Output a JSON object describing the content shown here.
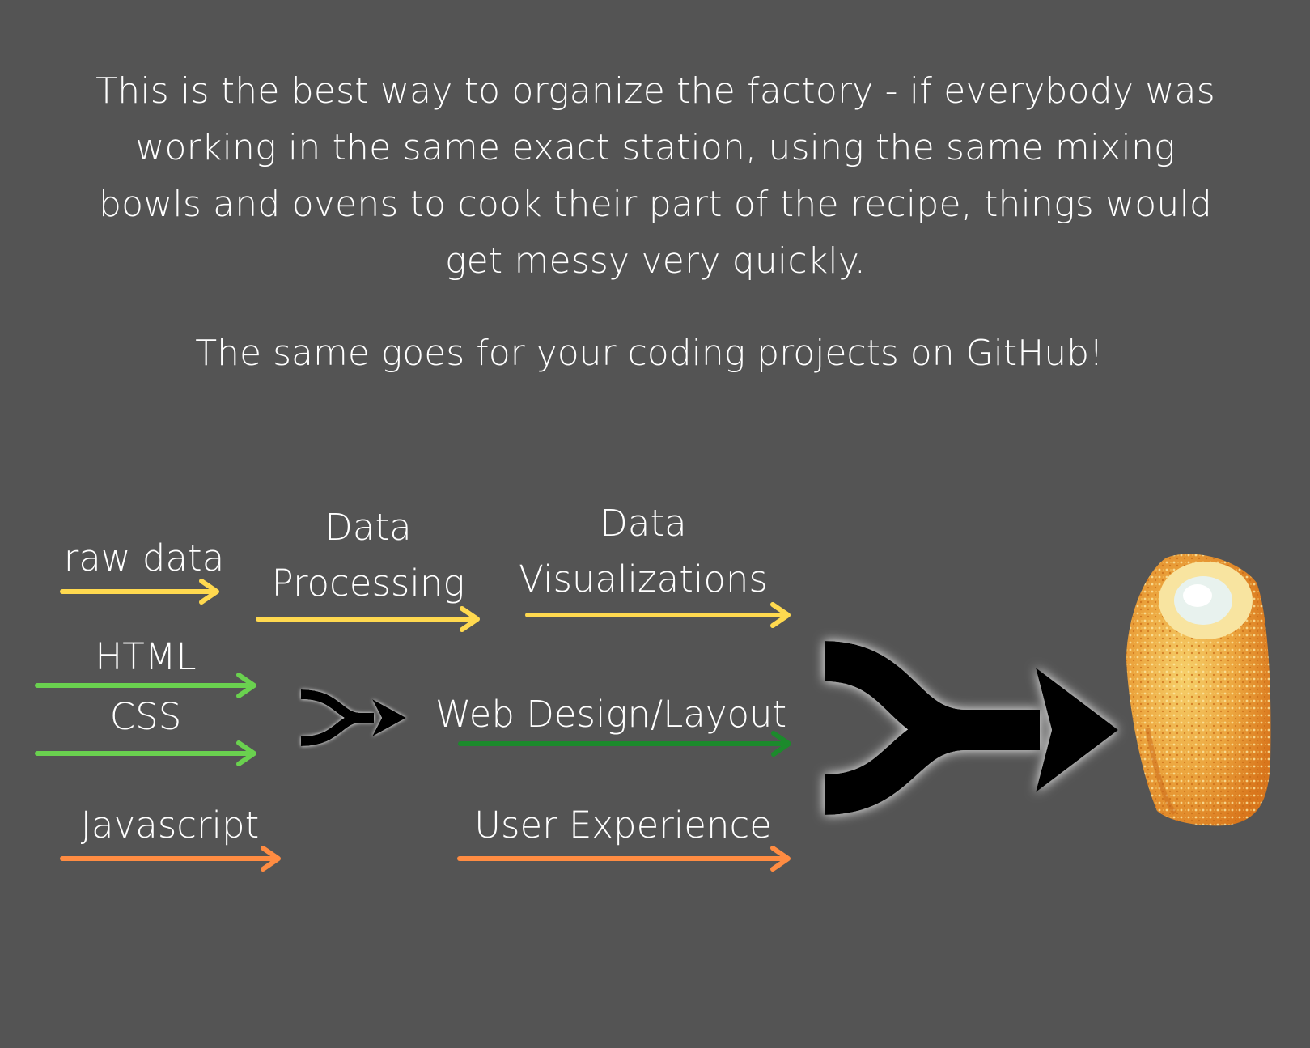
{
  "intro": {
    "paragraph": "This is the best way to organize the factory - if everybody was working in the same exact station, using the same mixing bowls and ovens to cook their part of the recipe, things would get messy very quickly.",
    "tagline": "The same goes for your coding projects on GitHub!"
  },
  "stages": {
    "raw_data": "raw data",
    "data_processing": "Data Processing",
    "data_visualizations": "Data Visualizations",
    "html": "HTML",
    "css": "CSS",
    "web_design": "Web Design/Layout",
    "javascript": "Javascript",
    "user_experience": "User Experience"
  },
  "colors": {
    "background": "#545454",
    "data_track": "#ffd94f",
    "web_track": "#6ad14f",
    "web_design_track": "#1c8a2c",
    "ux_track": "#ff8c42",
    "merge_symbol": "#000000"
  },
  "icons": {
    "small_merge": "merge-arrow-icon",
    "large_merge": "merge-arrow-icon",
    "result": "snack-cake-image"
  }
}
